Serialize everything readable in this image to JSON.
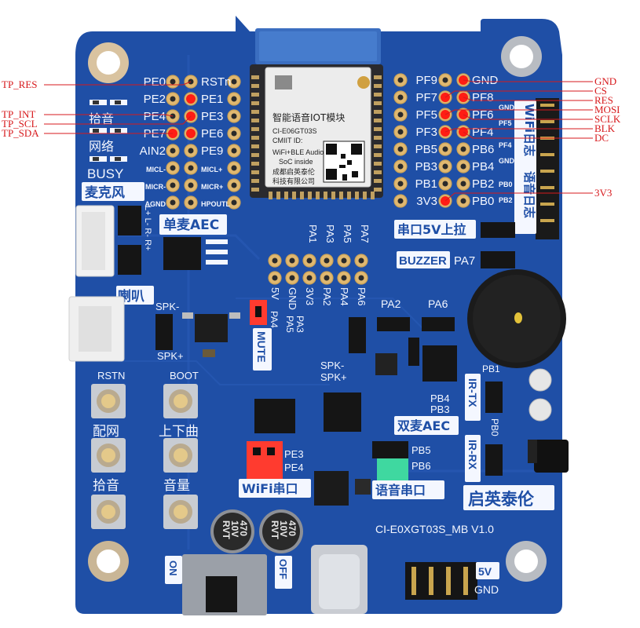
{
  "left_callouts": [
    "TP_RES",
    "TP_INT",
    "TP_SCL",
    "TP_SDA"
  ],
  "right_callouts": [
    "GND",
    "CS",
    "RES",
    "MOSI",
    "SCLK",
    "BLK",
    "DC",
    "3V3"
  ],
  "module": {
    "title": "智能语音IOT模块",
    "model": "CI-E06GT03S",
    "cmiit": "CMIIT ID:",
    "wifi": "WiFi+BLE Audio",
    "soc": "SoC inside",
    "maker1": "成都启英泰伦",
    "maker2": "科技有限公司"
  },
  "left_header_pins": {
    "outer": [
      "PE0",
      "PE2",
      "PE4",
      "PE7",
      "AIN2",
      "MICL-",
      "MICR-",
      "AGND"
    ],
    "inner": [
      "RSTn",
      "PE1",
      "PE3",
      "PE6",
      "PE9",
      "MICL+",
      "MICR+",
      "HPOUTL"
    ]
  },
  "right_header_pins": {
    "left": [
      "PF9",
      "PF7",
      "PF5",
      "PF3",
      "PB5",
      "PB3",
      "PB1",
      "3V3"
    ],
    "right": [
      "GND",
      "PF8",
      "PF6",
      "PF4",
      "PB6",
      "PB4",
      "PB2",
      "PB0"
    ]
  },
  "edge_labels": [
    "GND",
    "PF5",
    "PF4",
    "GND",
    "PB0",
    "PB2"
  ],
  "silk": {
    "pickup": "拾音",
    "network": "网络",
    "busy": "BUSY",
    "mic": "麦克风",
    "lr": "L+ L- R- R+",
    "single_aec": "单麦AEC",
    "wifi_log": "WiFi日志",
    "voice_log": "语音日志",
    "pullup": "串口5V上拉",
    "buzzer": "BUZZER",
    "pa7": "PA7",
    "pa_top": [
      "PA1",
      "PA3",
      "PA5",
      "PA7"
    ],
    "pa_bottom": [
      "5V",
      "GND",
      "3V3",
      "PA2",
      "PA4",
      "PA6"
    ],
    "speaker": "喇叭",
    "spk_minus": "SPK-",
    "spk_plus": "SPK+",
    "pa4": "PA4",
    "mute": "MUTE",
    "pa5": "PA5",
    "pa3": "PA3",
    "pa2": "PA2",
    "pa6": "PA6",
    "spk_minus2": "SPK-",
    "spk_plus2": "SPK+",
    "pb4": "PB4",
    "pb3": "PB3",
    "dual_aec": "双麦AEC",
    "ir_tx": "IR-TX",
    "ir_rx": "IR-RX",
    "pb1": "PB1",
    "pb0": "PB0",
    "rstn": "RSTN",
    "boot": "BOOT",
    "pair": "配网",
    "track": "上下曲",
    "pickup2": "拾音",
    "volume": "音量",
    "pe3": "PE3",
    "pe4": "PE4",
    "pb5": "PB5",
    "pb6": "PB6",
    "wifi_uart": "WiFi串口",
    "voice_uart": "语音串口",
    "brand": "启英泰伦",
    "board_name": "CI-E0XGT03S_MB V1.0",
    "on": "ON",
    "off": "OFF",
    "cap_value": "470",
    "cap_volt": "10V",
    "cap_type": "RVT",
    "pwr_5v": "5V",
    "pwr_gnd": "GND"
  },
  "colors": {
    "board": "#1f4fa6",
    "board_dark": "#173d87",
    "silkscreen": "#f4f7ff",
    "callout": "#d7191c",
    "pad": "#e0b870"
  }
}
